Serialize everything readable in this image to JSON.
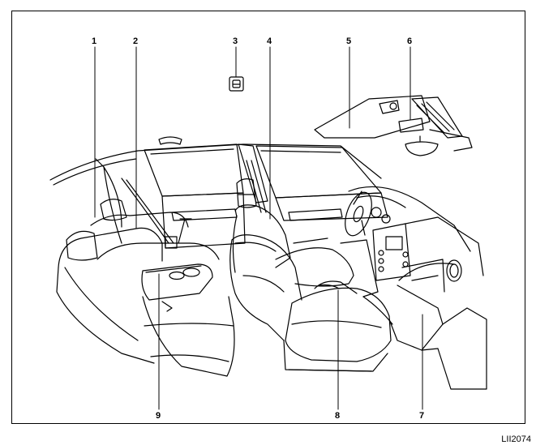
{
  "figure": {
    "code": "LII2074",
    "callouts": [
      "1",
      "2",
      "3",
      "4",
      "5",
      "6",
      "7",
      "8",
      "9"
    ]
  }
}
